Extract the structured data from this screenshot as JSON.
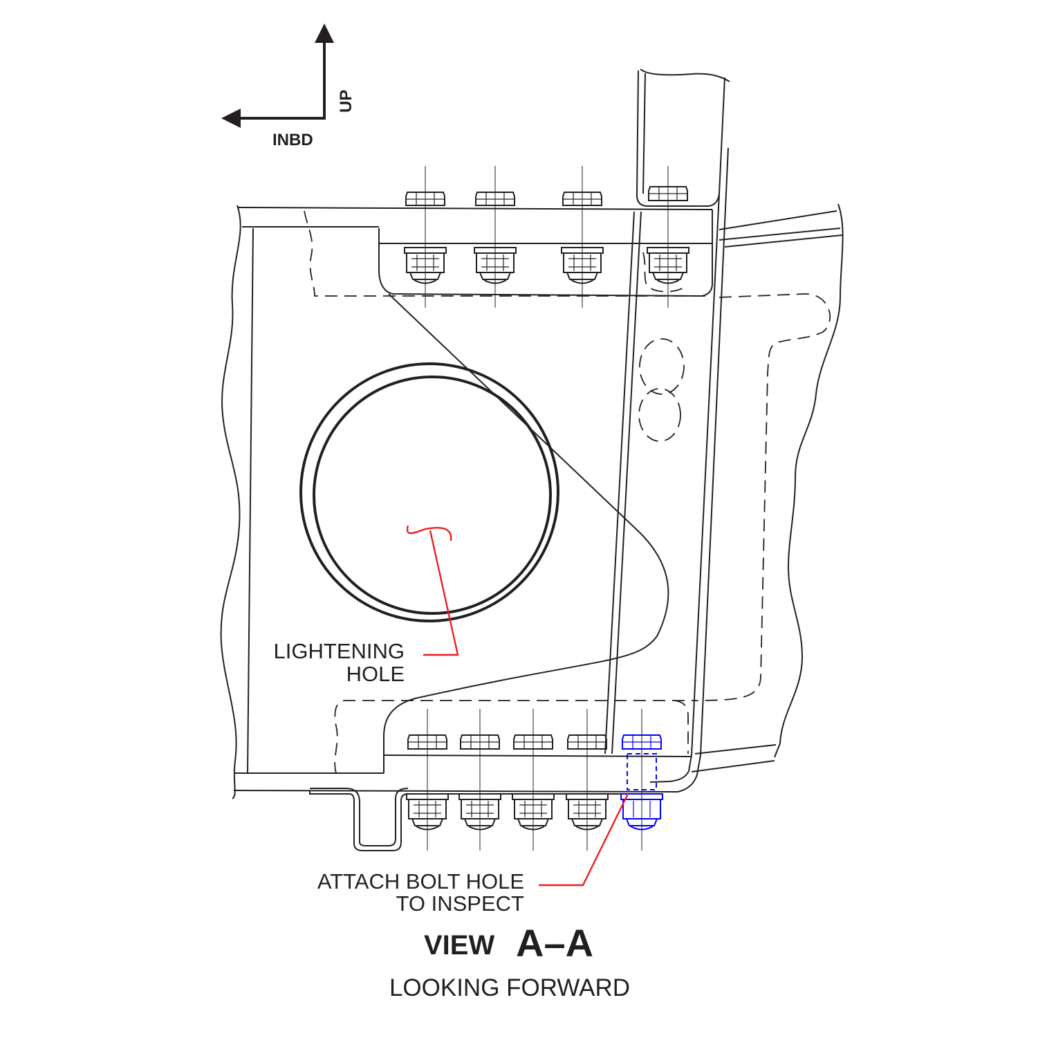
{
  "orientation": {
    "up_label": "UP",
    "inboard_label": "INBD"
  },
  "callouts": {
    "lightening_hole": [
      "LIGHTENING",
      "HOLE"
    ],
    "attach_bolt_hole": [
      "ATTACH BOLT HOLE",
      "TO INSPECT"
    ]
  },
  "view": {
    "prefix": "VIEW",
    "name": "A–A",
    "subtitle": "LOOKING FORWARD"
  },
  "colors": {
    "line": "#231f20",
    "callout_leader": "#ed1c24",
    "highlighted_bolt": "#0000ff"
  },
  "icons": {
    "up_arrow": "arrow-up-icon",
    "inboard_arrow": "arrow-left-icon"
  }
}
